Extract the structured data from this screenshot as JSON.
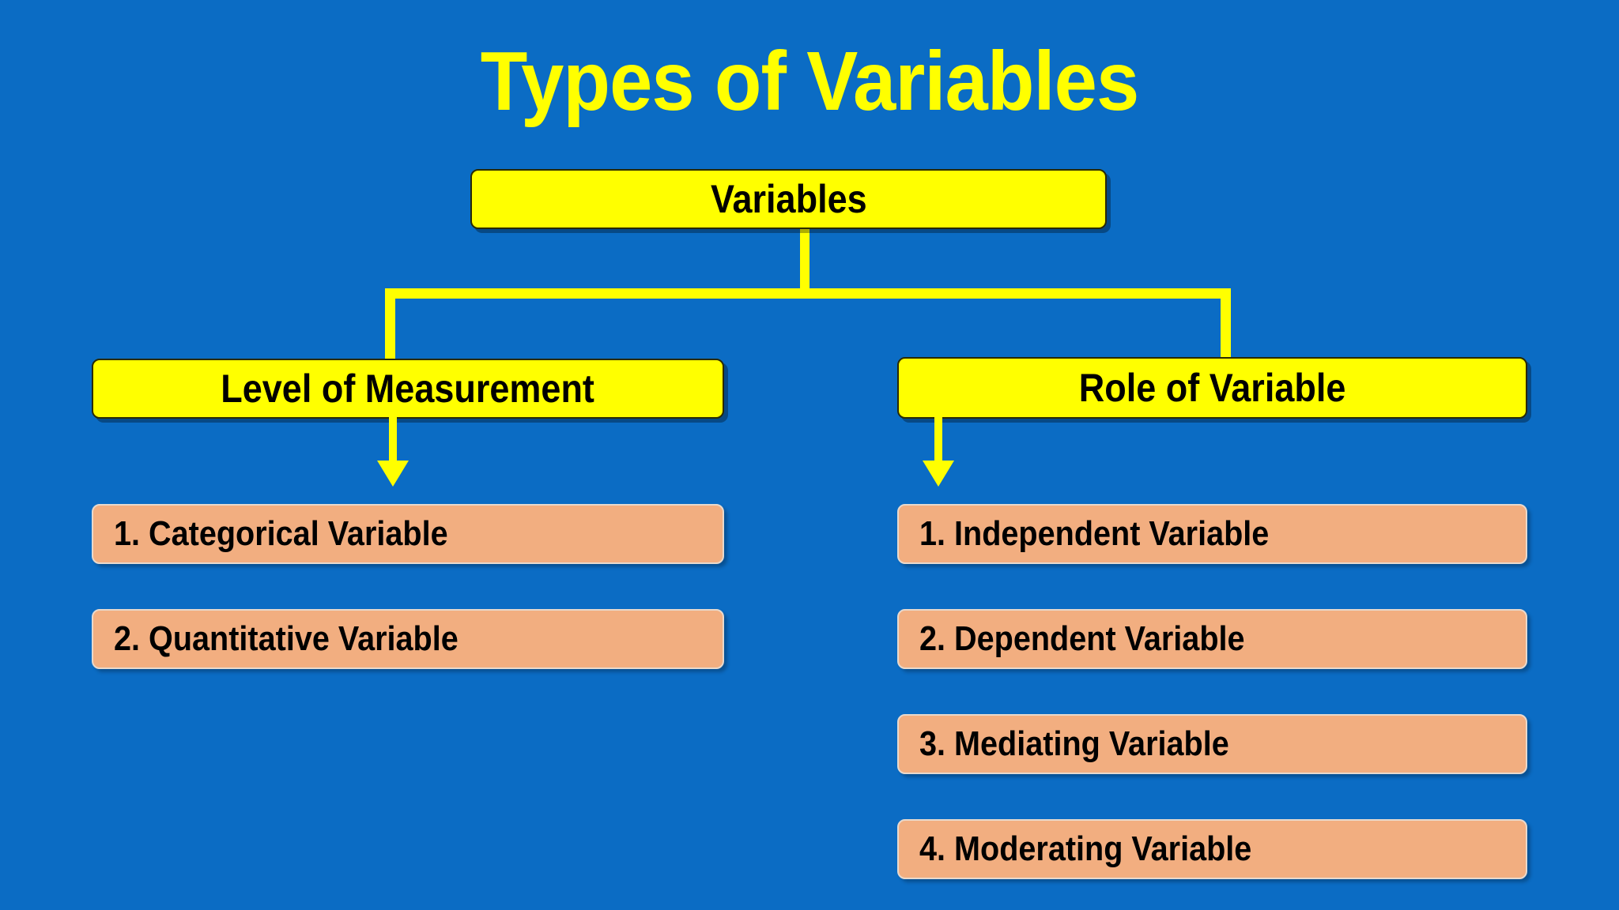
{
  "slide": {
    "title": "Types of Variables",
    "background_color": "#0b6cc4",
    "title_color": "#FFFF00",
    "node_yellow_color": "#FFFF00",
    "node_orange_color": "#F2AE80",
    "connector_color": "#FFFF00"
  },
  "diagram": {
    "type": "tree",
    "root": {
      "label": "Variables"
    },
    "branches": [
      {
        "label": "Level of Measurement",
        "children": [
          {
            "label": "1. Categorical Variable"
          },
          {
            "label": "2. Quantitative Variable"
          }
        ]
      },
      {
        "label": "Role of Variable",
        "children": [
          {
            "label": "1. Independent Variable"
          },
          {
            "label": "2. Dependent Variable"
          },
          {
            "label": "3. Mediating Variable"
          },
          {
            "label": "4. Moderating Variable"
          }
        ]
      }
    ]
  }
}
